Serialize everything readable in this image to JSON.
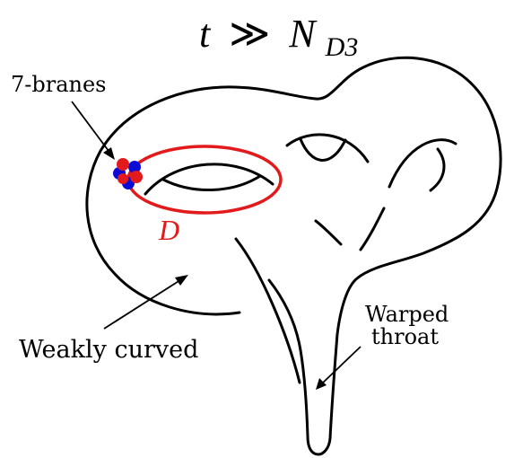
{
  "title": {
    "variable": "t",
    "relation": "≫",
    "symbol": "N",
    "subscript": "D3"
  },
  "labels": {
    "seven_branes": "7-branes",
    "divisor": "D",
    "weakly_curved": "Weakly curved",
    "warped": "Warped",
    "throat": "throat"
  },
  "colors": {
    "outline": "#000000",
    "divisor": "#e31a1c",
    "brane_red": "#e31a1c",
    "brane_blue": "#0b0bd6"
  }
}
